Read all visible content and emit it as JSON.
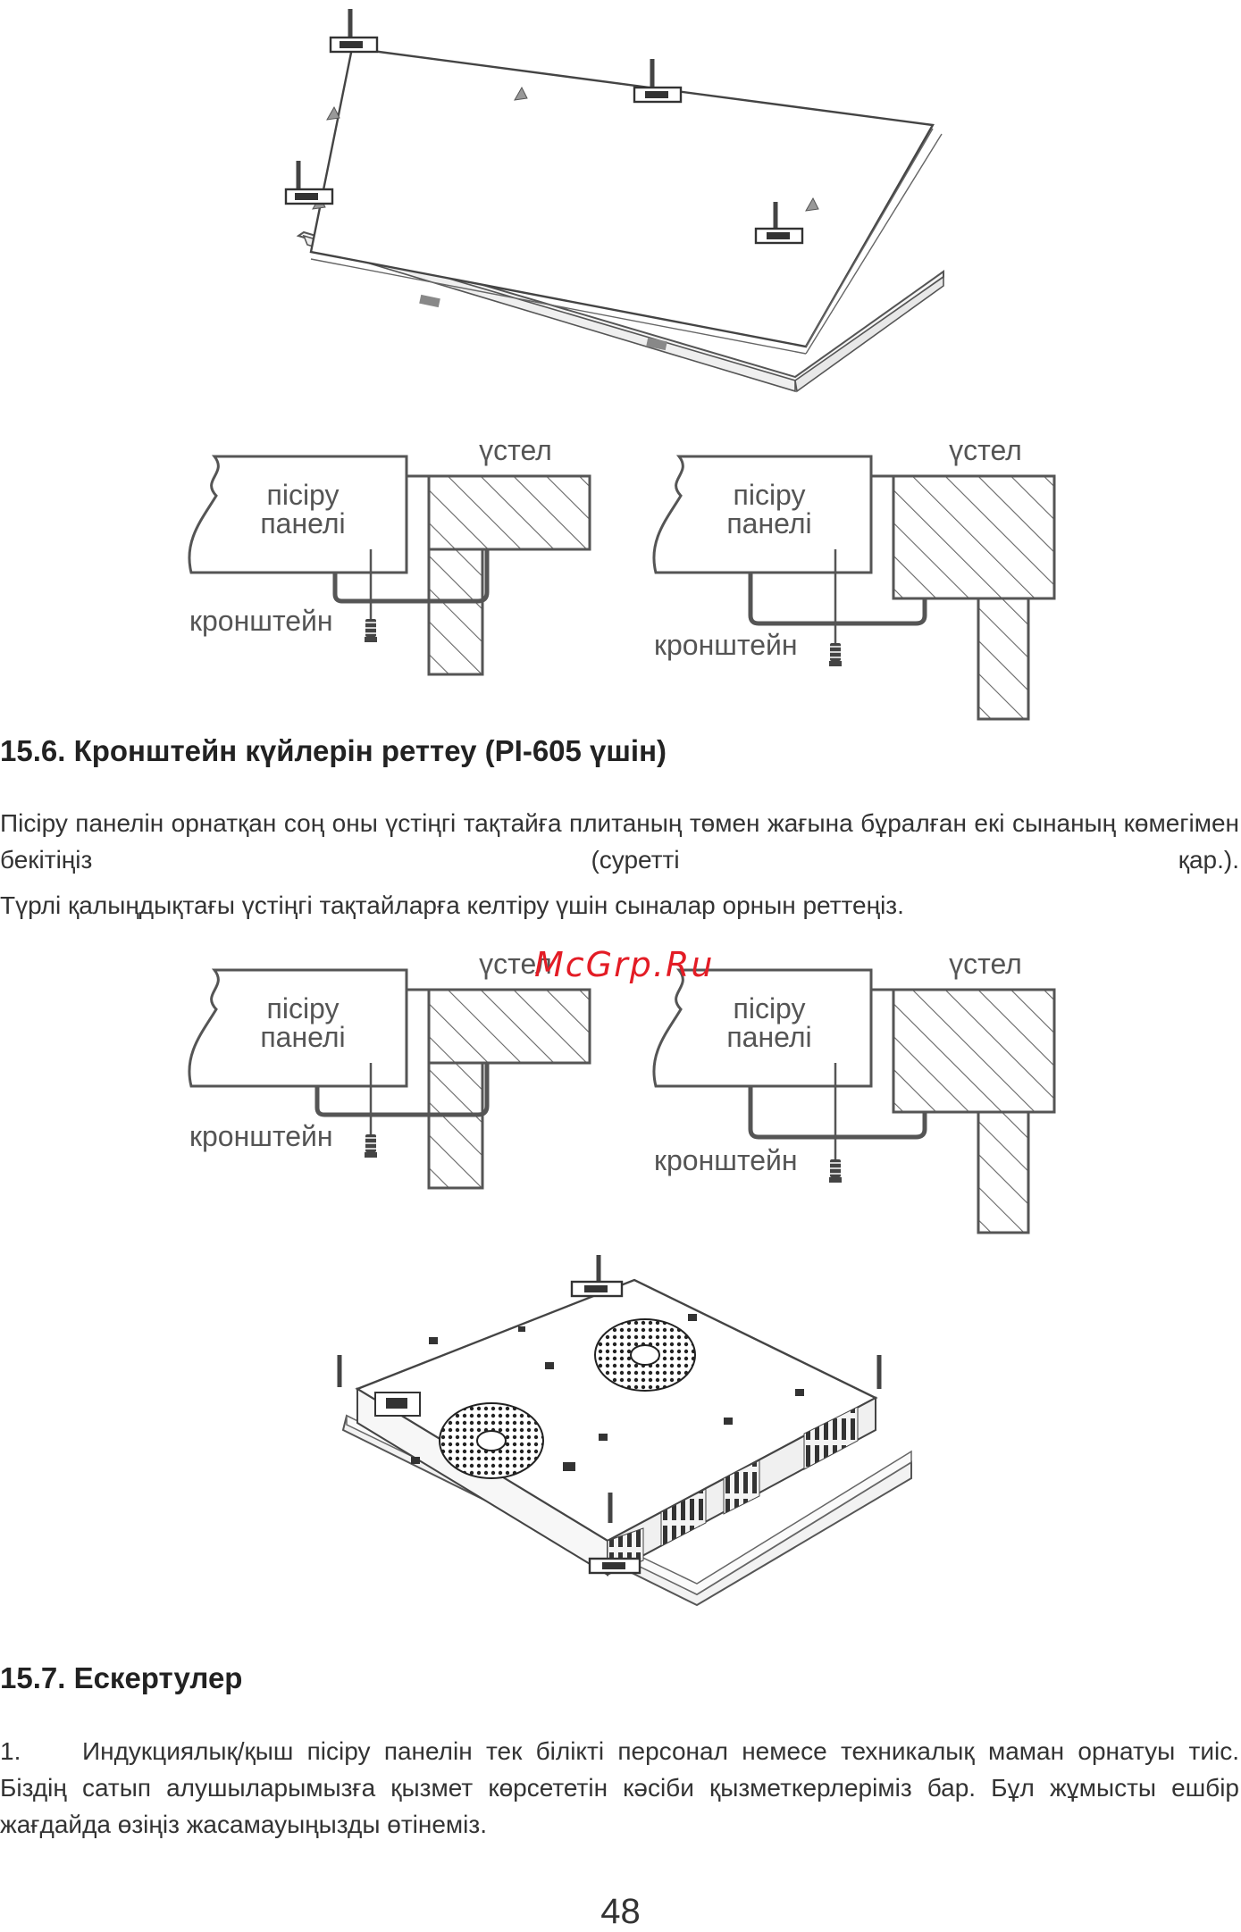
{
  "diagram_labels": {
    "table": "үстел",
    "panel_line1": "пісіру",
    "panel_line2": "панелі",
    "bracket": "кронштейн"
  },
  "section_15_6": {
    "heading": "15.6. Кронштейн күйлерін реттеу (PI-605 үшін)",
    "paragraph1": "Пісіру панелін орнатқан соң оны үстіңгі тақтайға плитаның төмен жағына бұралған екі сынаның көмегімен бекітіңіз (суретті қар.).",
    "paragraph2": "Түрлі қалыңдықтағы үстіңгі тақтайларға келтіру үшін сыналар орнын реттеңіз."
  },
  "watermark": "McGrp.Ru",
  "section_15_7": {
    "heading": "15.7. Ескертулер",
    "item1_number": "1.",
    "item1_text": "Индукциялық/қыш пісіру панелін тек білікті персонал немесе техникалық маман орнатуы тиіс. Біздің сатып алушыларымызға қызмет көрсететін кәсіби қызметкерлеріміз бар. Бұл жұмысты ешбір жағдайда өзіңіз жасамауыңызды өтінеміз."
  },
  "page_number": "48"
}
